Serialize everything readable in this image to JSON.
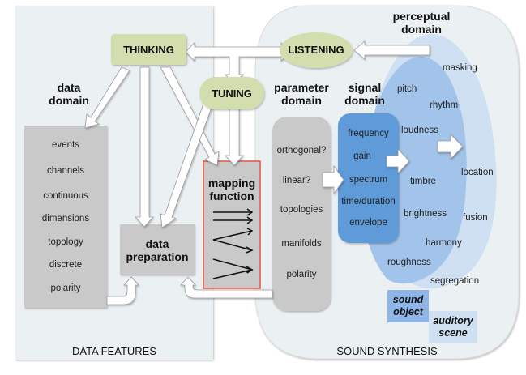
{
  "sections": {
    "data_features": "DATA FEATURES",
    "sound_synthesis": "SOUND SYNTHESIS"
  },
  "nodes": {
    "thinking": "THINKING",
    "listening": "LISTENING",
    "tuning": "TUNING"
  },
  "domains": {
    "data": [
      "data",
      "domain"
    ],
    "parameter": [
      "parameter",
      "domain"
    ],
    "signal": [
      "signal",
      "domain"
    ],
    "perceptual": [
      "perceptual",
      "domain"
    ]
  },
  "data_domain_items": [
    "events",
    "channels",
    "continuous",
    "dimensions",
    "topology",
    "discrete",
    "polarity"
  ],
  "data_preparation": [
    "data",
    "preparation"
  ],
  "mapping_function": [
    "mapping",
    "function"
  ],
  "parameter_items": [
    "orthogonal?",
    "linear?",
    "topologies",
    "manifolds",
    "polarity"
  ],
  "signal_items": [
    "frequency",
    "gain",
    "spectrum",
    "time/duration",
    "envelope"
  ],
  "sound_object_items": [
    "pitch",
    "rhythm",
    "loudness",
    "timbre",
    "brightness",
    "harmony",
    "roughness"
  ],
  "auditory_scene_items": [
    "masking",
    "location",
    "fusion",
    "segregation"
  ],
  "sound_object_label": [
    "sound",
    "object"
  ],
  "auditory_scene_label": [
    "auditory",
    "scene"
  ],
  "colors": {
    "panel": "#ebf0f3",
    "node_green": "#d2deae",
    "grey_box": "#c9c9c9",
    "signal_blue": "#5f9bd9",
    "sound_object_blue": "#a2c3ea",
    "auditory_scene_blue": "#cfe0f3",
    "mapping_border": "#e8553a"
  }
}
